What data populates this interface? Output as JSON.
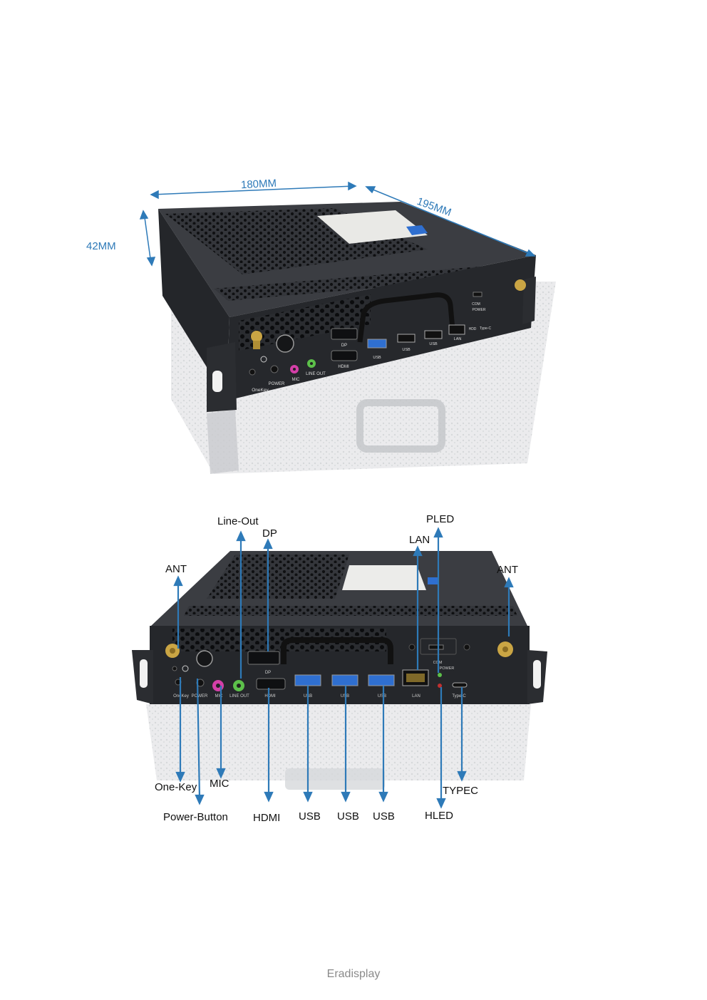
{
  "dimensions": {
    "width": "180MM",
    "depth": "195MM",
    "height": "42MM"
  },
  "device_top": {
    "port_texts": {
      "dp": "DP",
      "hdmi": "HDMI",
      "usb": "USB",
      "lan": "LAN",
      "onekey": "OneKey",
      "power": "POWER",
      "mic": "MIC",
      "lineout": "LINE OUT",
      "com": "COM",
      "hdd": "HDD",
      "typec": "Type-C"
    }
  },
  "device_bottom": {
    "port_texts": {
      "dp": "DP",
      "hdmi": "HDMI",
      "usb": "USB",
      "lan": "LAN",
      "com": "COM",
      "power": "POWER",
      "typec": "Type-C",
      "onekey": "OneKey",
      "power_btn": "POWER",
      "mic": "MIC",
      "lineout": "LINE OUT"
    }
  },
  "callouts": {
    "line_out": "Line-Out",
    "dp": "DP",
    "ant_left": "ANT",
    "pled": "PLED",
    "lan": "LAN",
    "ant_right": "ANT",
    "one_key": "One-Key",
    "mic": "MIC",
    "power_button": "Power-Button",
    "hdmi": "HDMI",
    "usb1": "USB",
    "usb2": "USB",
    "usb3": "USB",
    "typec": "TYPEC",
    "hled": "HLED"
  },
  "footer": "Eradisplay",
  "colors": {
    "arrow": "#2e7ab8",
    "chassis": "#2c2e33",
    "usb_blue": "#2f6fd0",
    "mic_pink": "#d43fa8",
    "line_green": "#5cc04a"
  }
}
